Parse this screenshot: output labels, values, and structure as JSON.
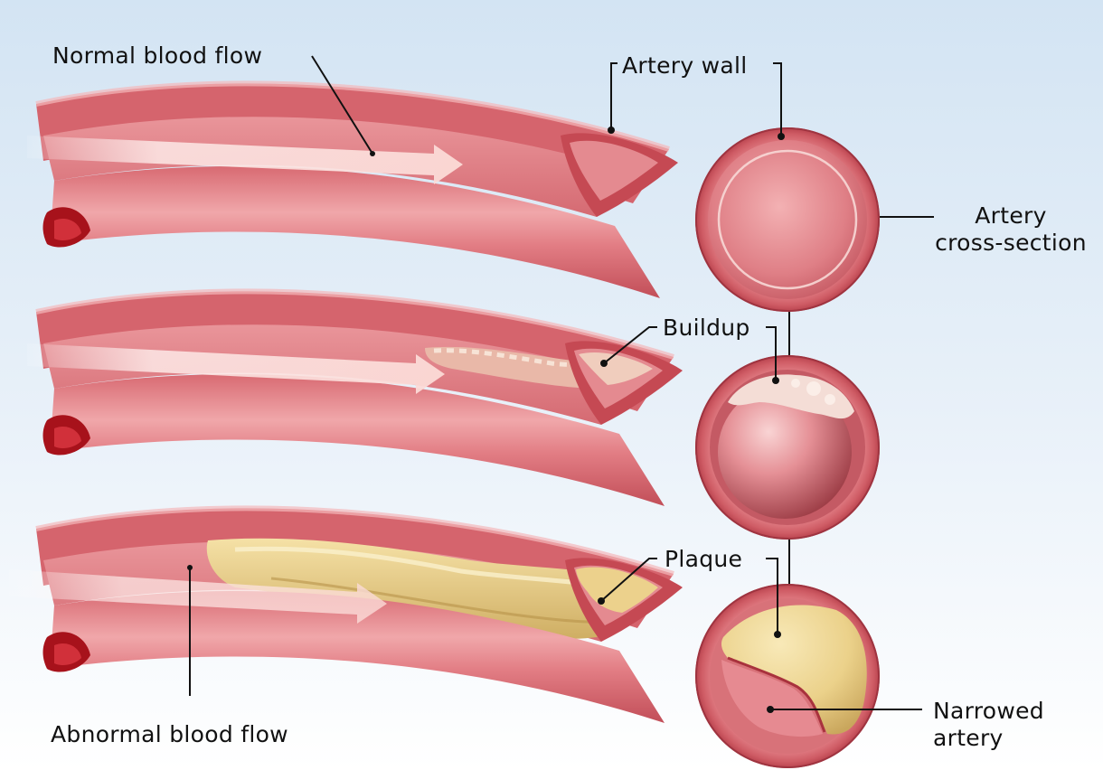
{
  "labels": {
    "normal_blood_flow": "Normal blood flow",
    "artery_wall": "Artery wall",
    "artery_cross_section_line1": "Artery",
    "artery_cross_section_line2": "cross-section",
    "buildup": "Buildup",
    "plaque": "Plaque",
    "narrowed_artery_line1": "Narrowed",
    "narrowed_artery_line2": "artery",
    "abnormal_blood_flow": "Abnormal blood flow"
  },
  "colors": {
    "background_top": "#d6e6f4",
    "background_bottom": "#ffffff",
    "artery_outer": "#c8525c",
    "artery_body": "#e17c82",
    "artery_highlight": "#f0a9ab",
    "artery_dark": "#a8323d",
    "lumen_blood": "#b5121b",
    "plaque": "#ecd48f",
    "plaque_shadow": "#c7a65a",
    "flow_arrow": "#fbe4e2",
    "leader_line": "#111111"
  },
  "panels": [
    {
      "name": "normal",
      "condition": "normal blood flow"
    },
    {
      "name": "buildup",
      "condition": "buildup"
    },
    {
      "name": "plaque",
      "condition": "narrowed artery"
    }
  ]
}
